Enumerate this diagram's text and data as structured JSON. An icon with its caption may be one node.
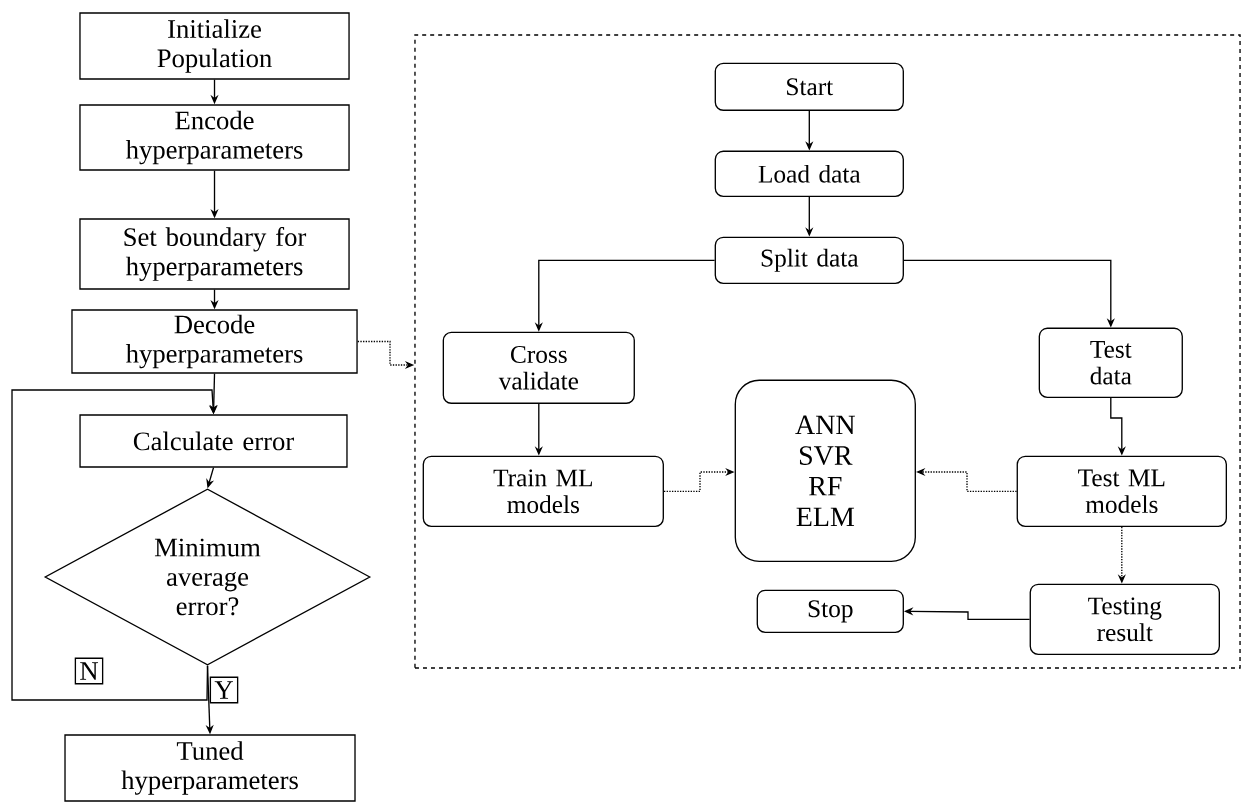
{
  "diagram": {
    "nodes": [
      {
        "text": [
          "Initialize Population"
        ]
      },
      {
        "text": [
          "Encode hyperparameters"
        ]
      },
      {
        "text": [
          "Set boundary for hyperparameters"
        ]
      },
      {
        "text": [
          "Decode hyperparameters"
        ]
      },
      {
        "text": [
          "Calculate error"
        ]
      },
      {
        "text": [
          "Minimum average error?"
        ]
      },
      {
        "text": [
          "Tuned hyperparameters"
        ]
      },
      {
        "text": [],
        "shape": "box"
      },
      {
        "text": [
          "Start"
        ],
        "in": 7
      },
      {
        "text": [
          "Load data"
        ],
        "in": 7
      },
      {
        "text": [
          "Split data"
        ],
        "in": 7
      },
      {
        "text": [
          "Cross validate"
        ],
        "in": 7
      },
      {
        "text": [
          "Test data"
        ],
        "in": 7
      },
      {
        "text": [
          "Train ML models"
        ],
        "in": 7
      },
      {
        "text": [
          "ANN SVR RF ELM"
        ],
        "in": 7
      },
      {
        "text": [
          "Test ML models"
        ],
        "in": 7
      },
      {
        "text": [
          "Stop"
        ],
        "in": 7
      },
      {
        "text": [
          "Testing result"
        ],
        "in": 7
      }
    ],
    "edges": [
      {
        "from": 0,
        "to": 1,
        "arrow": "to"
      },
      {
        "from": 1,
        "to": 2,
        "arrow": "to"
      },
      {
        "from": 2,
        "to": 3,
        "arrow": "to"
      },
      {
        "from": 3,
        "to": 4,
        "arrow": "to"
      },
      {
        "from": 4,
        "to": 5,
        "arrow": "to"
      },
      {
        "from": 5,
        "to": 4,
        "arrow": "to",
        "label": "N"
      },
      {
        "from": 5,
        "to": 6,
        "arrow": "to",
        "label": "Y"
      },
      {
        "from": 3,
        "to": 7,
        "arrow": "to",
        "style": "dashed"
      },
      {
        "from": 8,
        "to": 9,
        "arrow": "to"
      },
      {
        "from": 9,
        "to": 10,
        "arrow": "to"
      },
      {
        "from": 10,
        "to": 11,
        "arrow": "to"
      },
      {
        "from": 10,
        "to": 12,
        "arrow": "to"
      },
      {
        "from": 11,
        "to": 13,
        "arrow": "to"
      },
      {
        "from": 12,
        "to": 15,
        "arrow": "to"
      },
      {
        "from": 13,
        "to": 14,
        "arrow": "to",
        "style": "dashed"
      },
      {
        "from": 15,
        "to": 14,
        "arrow": "to",
        "style": "dashed"
      },
      {
        "from": 15,
        "to": 17,
        "arrow": "to",
        "style": "dashed"
      },
      {
        "from": 17,
        "to": 16,
        "arrow": "to"
      }
    ]
  }
}
